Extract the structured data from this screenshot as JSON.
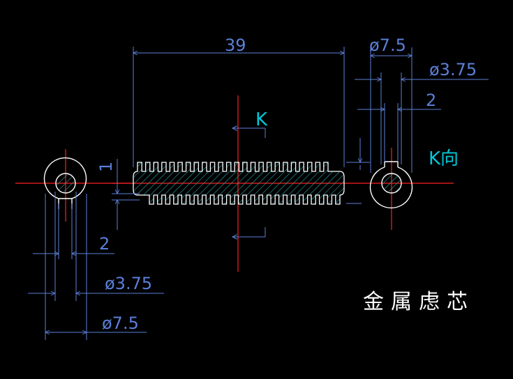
{
  "title": "金属虑芯",
  "dimensions": {
    "length": "39",
    "outer_dia_right": "ø7.5",
    "inner_dia_right": "ø3.75",
    "slot_right": "2",
    "fin_height": "1",
    "slot_left": "2",
    "inner_dia_left": "ø3.75",
    "outer_dia_left": "ø7.5"
  },
  "view_labels": {
    "section_k": "K",
    "k_view": "K向"
  },
  "colors": {
    "background": "#000000",
    "centerline": "#ff2020",
    "outline": "#ffffff",
    "dimension": "#5b7fd9",
    "section_label": "#00c8d8",
    "hatch": "#2aa8b0"
  }
}
